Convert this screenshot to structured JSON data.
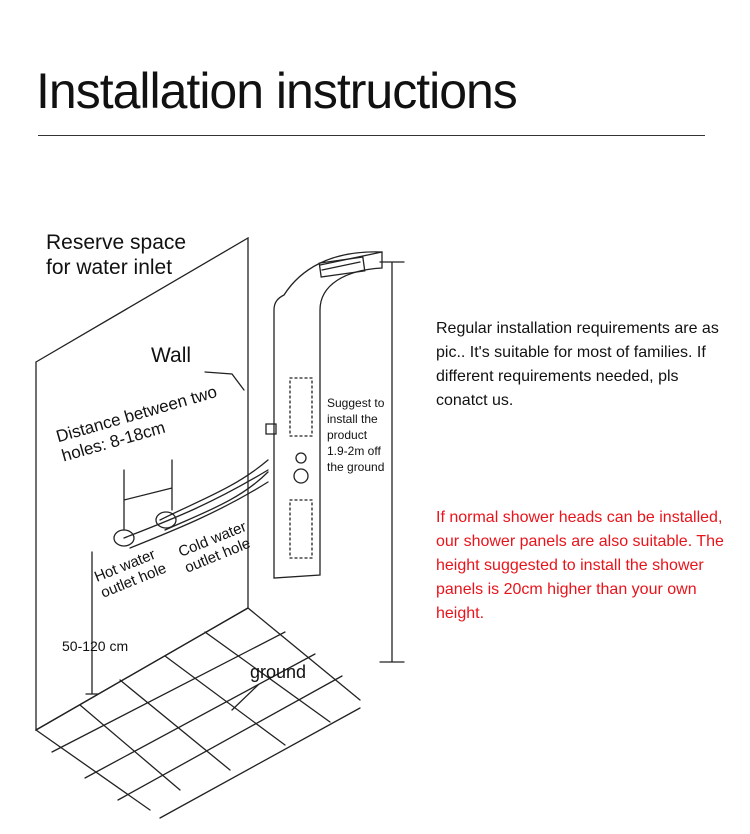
{
  "header": {
    "title": "Installation instructions"
  },
  "diagram": {
    "reserve_label": "Reserve space for water inlet",
    "wall_label": "Wall",
    "distance_label": "Distance between two holes: 8-18cm",
    "hot_label": "Hot water outlet hole",
    "cold_label": "Cold water outlet hole",
    "suggest_label": "Suggest to install the product 1.9-2m off the ground",
    "height_label": "50-120 cm",
    "ground_label": "ground"
  },
  "notes": {
    "regular": "Regular installation requirements are as pic.. It's suitable for most of families. If different requirements needed, pls conatct us.",
    "warning": "If normal shower heads can be installed, our shower panels are also suitable. The height suggested to install the shower panels is 20cm higher than your own height.",
    "warning_color": "#e8141b"
  }
}
